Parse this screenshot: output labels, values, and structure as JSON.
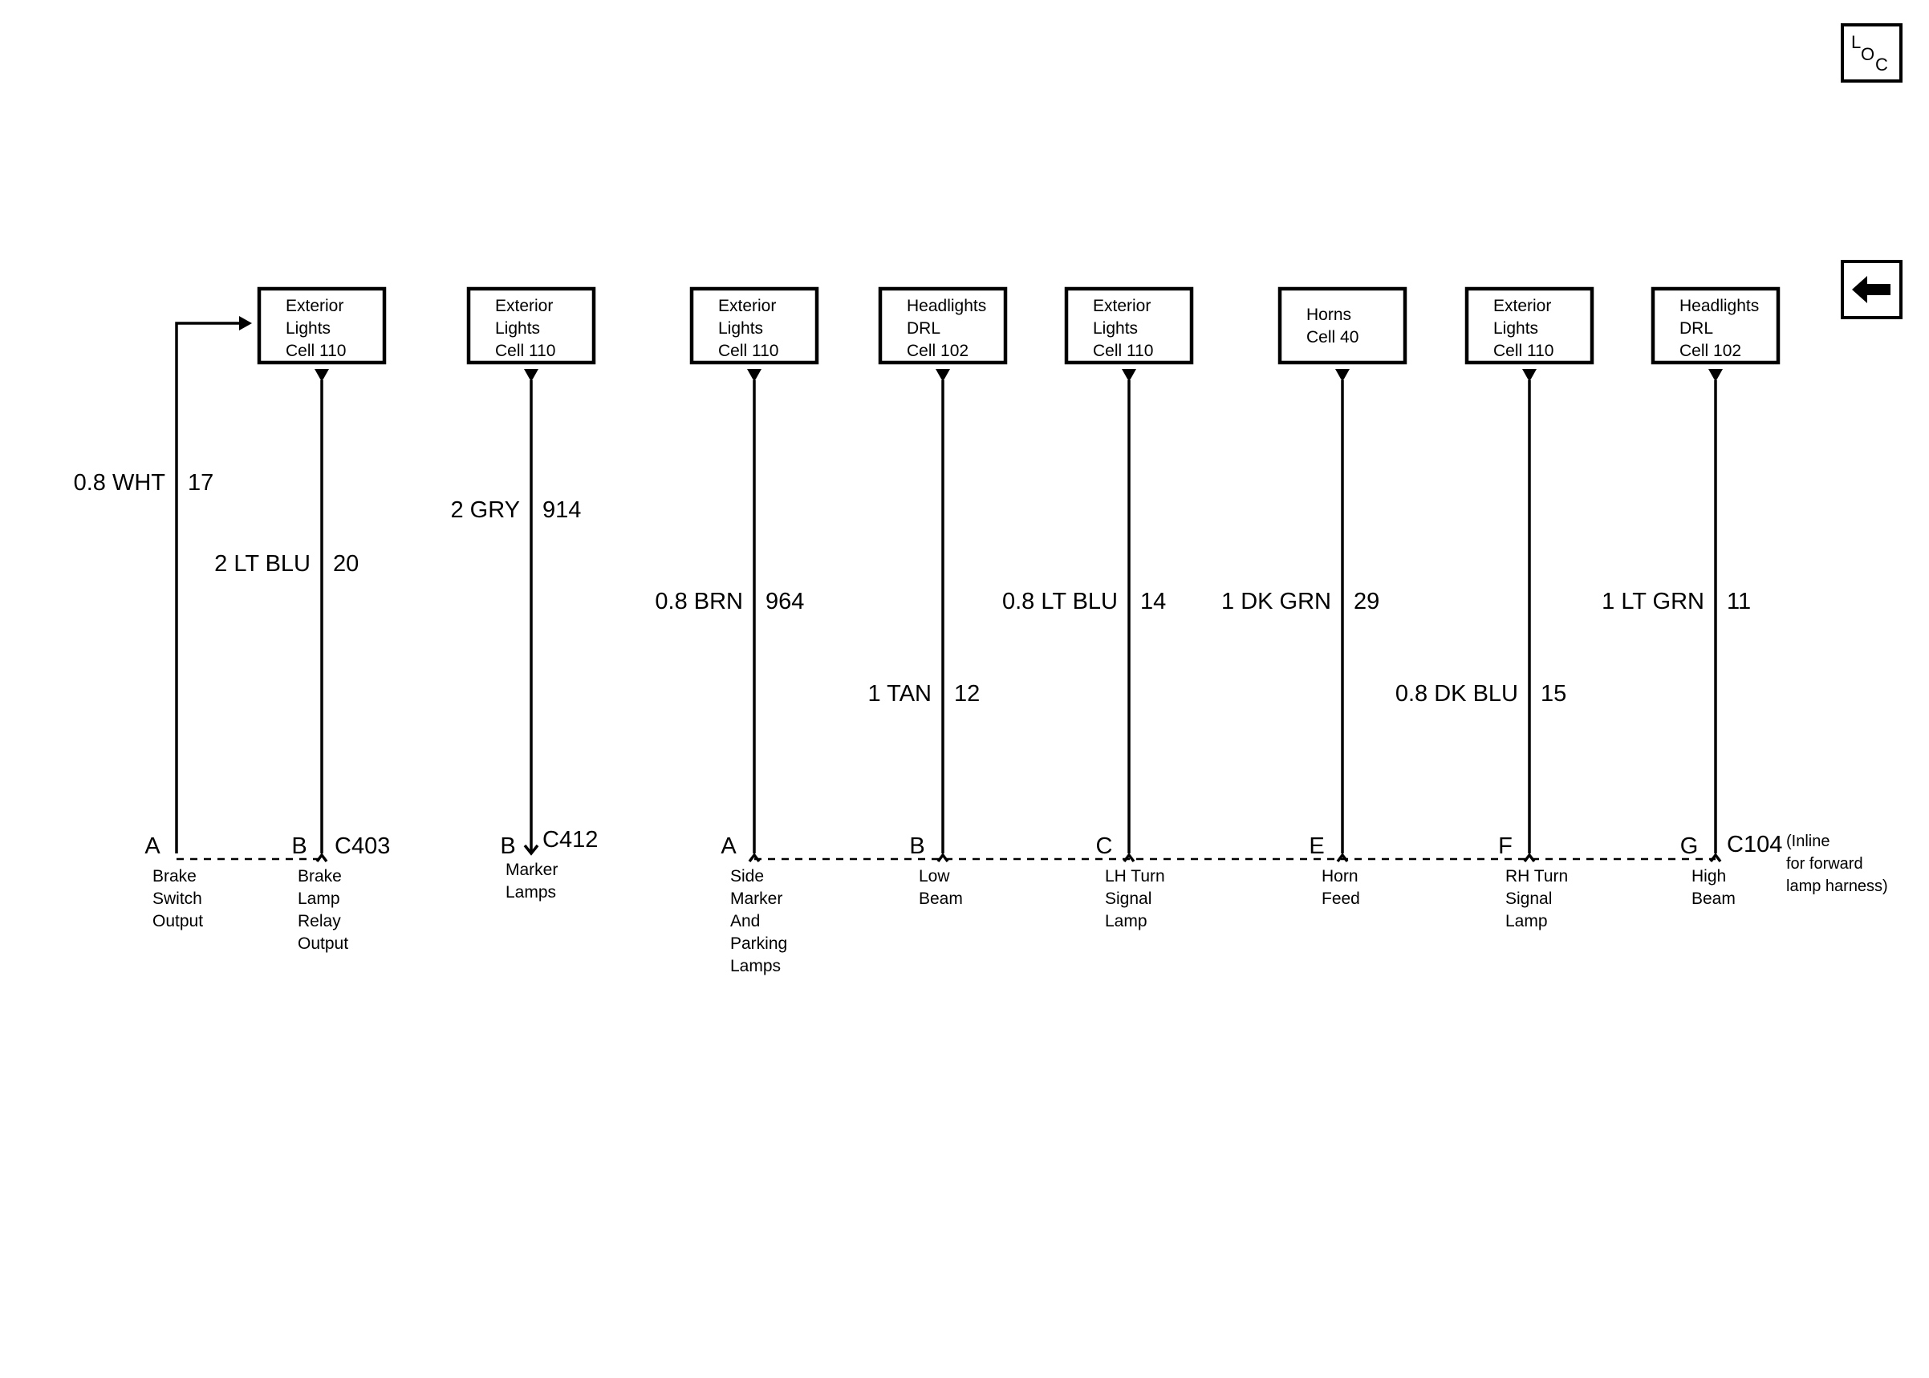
{
  "loc_button": {
    "letters": [
      "L",
      "O",
      "C"
    ]
  },
  "back_button": {
    "icon": "left-arrow-icon"
  },
  "circuits": [
    {
      "id": "brake-switch",
      "box_lines": [
        "Exterior",
        "Lights",
        "Cell 110"
      ],
      "wire": "0.8 WHT",
      "circuit": "17",
      "pin": "A",
      "pin_desc": [
        "Brake",
        "Switch",
        "Output"
      ],
      "arrow_style": "side"
    },
    {
      "id": "brake-lamp-relay",
      "box_lines": [
        "Exterior",
        "Lights",
        "Cell 110"
      ],
      "wire": "2 LT BLU",
      "circuit": "20",
      "pin": "B",
      "pin_desc": [
        "Brake",
        "Lamp",
        "Relay",
        "Output"
      ],
      "arrow_style": "top"
    },
    {
      "id": "marker-lamps",
      "box_lines": [
        "Exterior",
        "Lights",
        "Cell 110"
      ],
      "wire": "2 GRY",
      "circuit": "914",
      "pin": "B",
      "pin_desc": [
        "Marker",
        "Lamps"
      ],
      "arrow_style": "top-open-bottom"
    },
    {
      "id": "side-marker",
      "box_lines": [
        "Exterior",
        "Lights",
        "Cell 110"
      ],
      "wire": "0.8 BRN",
      "circuit": "964",
      "pin": "A",
      "pin_desc": [
        "Side",
        "Marker",
        "And",
        "Parking",
        "Lamps"
      ],
      "arrow_style": "top"
    },
    {
      "id": "low-beam",
      "box_lines": [
        "Headlights",
        "DRL",
        "Cell 102"
      ],
      "wire": "1 TAN",
      "circuit": "12",
      "pin": "B",
      "pin_desc": [
        "Low",
        "Beam"
      ],
      "arrow_style": "top"
    },
    {
      "id": "lh-turn",
      "box_lines": [
        "Exterior",
        "Lights",
        "Cell 110"
      ],
      "wire": "0.8 LT BLU",
      "circuit": "14",
      "pin": "C",
      "pin_desc": [
        "LH Turn",
        "Signal",
        "Lamp"
      ],
      "arrow_style": "top"
    },
    {
      "id": "horn-feed",
      "box_lines": [
        "Horns",
        "Cell 40"
      ],
      "wire": "1 DK GRN",
      "circuit": "29",
      "pin": "E",
      "pin_desc": [
        "Horn",
        "Feed"
      ],
      "arrow_style": "top"
    },
    {
      "id": "rh-turn",
      "box_lines": [
        "Exterior",
        "Lights",
        "Cell 110"
      ],
      "wire": "0.8 DK BLU",
      "circuit": "15",
      "pin": "F",
      "pin_desc": [
        "RH Turn",
        "Signal",
        "Lamp"
      ],
      "arrow_style": "top"
    },
    {
      "id": "high-beam",
      "box_lines": [
        "Headlights",
        "DRL",
        "Cell 102"
      ],
      "wire": "1 LT GRN",
      "circuit": "11",
      "pin": "G",
      "pin_desc": [
        "High",
        "Beam"
      ],
      "arrow_style": "top"
    }
  ],
  "connectors": [
    {
      "id": "C403",
      "label": "C403"
    },
    {
      "id": "C412",
      "label": "C412"
    },
    {
      "id": "C104",
      "label": "C104",
      "note": [
        "(Inline",
        "for forward",
        "lamp harness)"
      ]
    }
  ]
}
